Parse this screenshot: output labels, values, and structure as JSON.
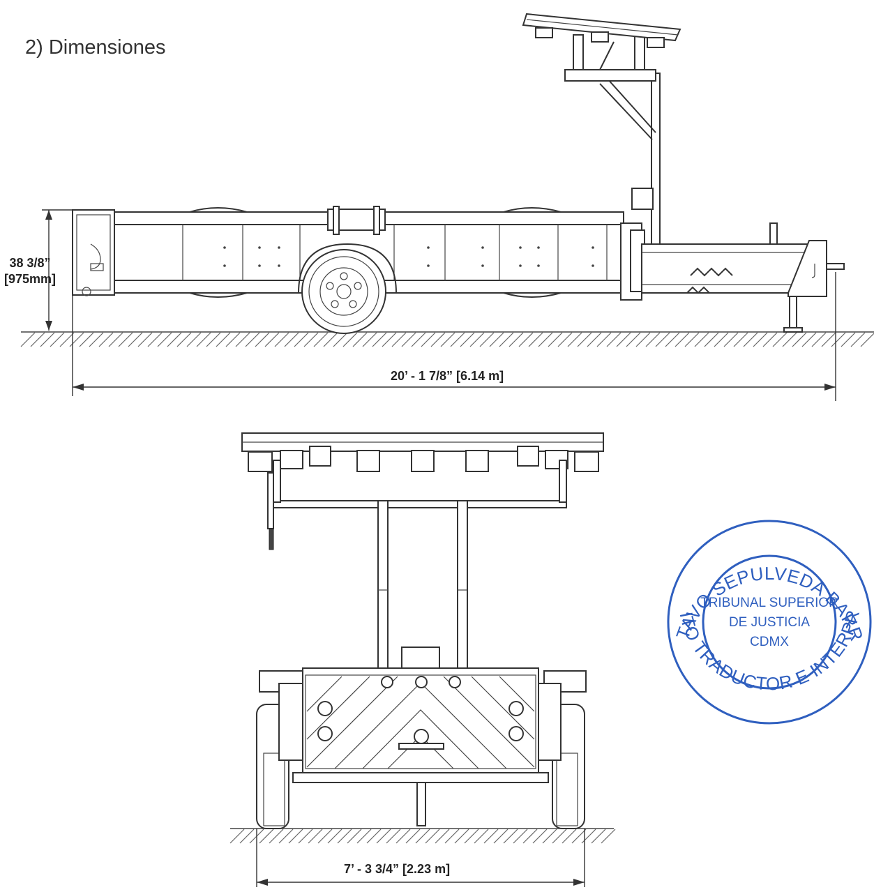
{
  "page": {
    "title": "2)  Dimensiones"
  },
  "side_view": {
    "height_label_line1": "38 3/8”",
    "height_label_line2": "[975mm]",
    "length_label": "20’ - 1 7/8” [6.14 m]"
  },
  "rear_view": {
    "width_label": "7’ - 3 3/4” [2.23 m]"
  },
  "stamp": {
    "outer_text_top": "GUSTAVO SEPULVEDA BARRERA",
    "outer_text_bottom": "PERITO TRADUCTOR E INTERPRETE",
    "inner_line1": "TRIBUNAL SUPERIOR",
    "inner_line2": "DE JUSTICIA",
    "inner_line3": "CDMX",
    "color": "#2f5fbf"
  }
}
